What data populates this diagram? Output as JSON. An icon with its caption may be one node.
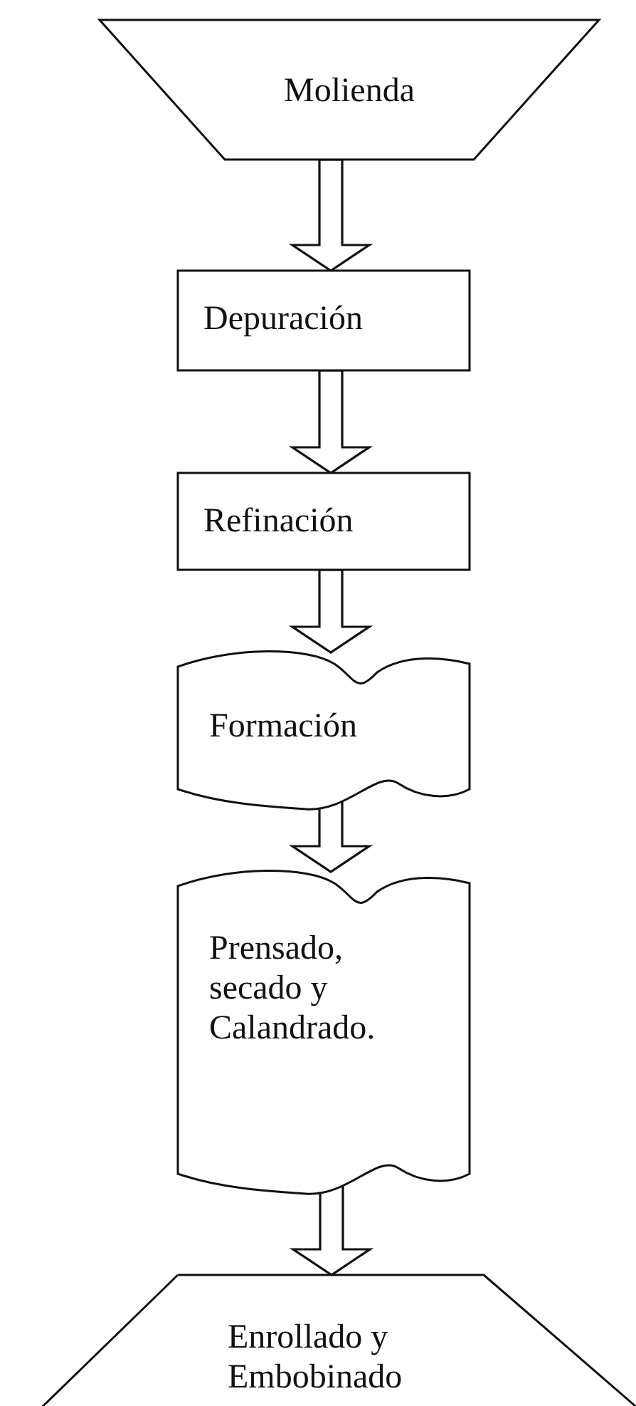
{
  "diagram": {
    "nodes": [
      {
        "text": [
          "Molienda"
        ]
      },
      {
        "text": [
          "Depuración"
        ]
      },
      {
        "text": [
          "Refinación"
        ]
      },
      {
        "text": [
          "Formación"
        ]
      },
      {
        "text": [
          "Prensado, secado y Calandrado."
        ]
      },
      {
        "text": [
          "Enrollado y Embobinado"
        ]
      }
    ],
    "edges": [
      {
        "from": 0,
        "to": 1,
        "arrow": "to"
      },
      {
        "from": 1,
        "to": 2,
        "arrow": "to"
      },
      {
        "from": 2,
        "to": 3,
        "arrow": "to"
      },
      {
        "from": 3,
        "to": 4,
        "arrow": "to"
      },
      {
        "from": 4,
        "to": 5,
        "arrow": "to"
      }
    ]
  }
}
